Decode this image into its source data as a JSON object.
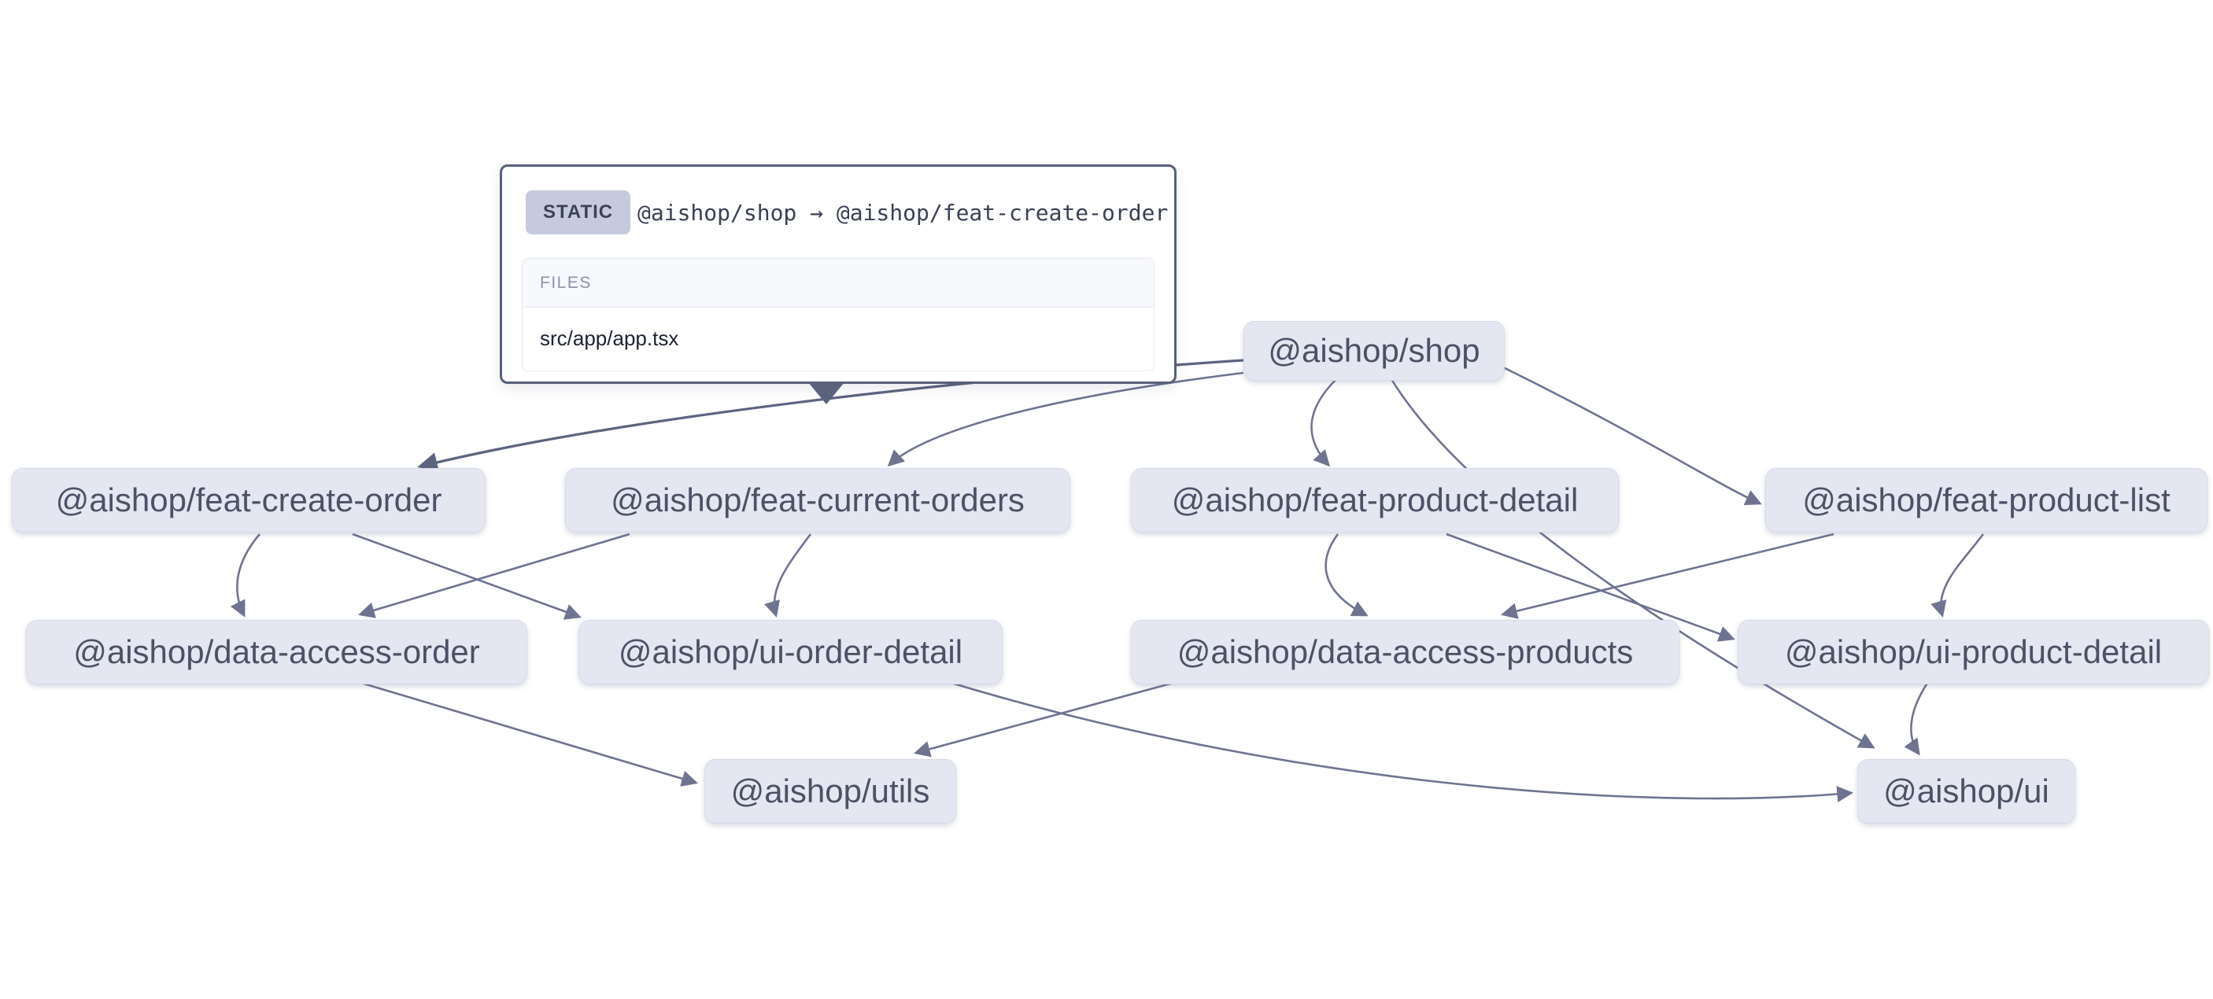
{
  "app": {
    "background": "#ffffff",
    "colors": {
      "node_fill": "#e4e7f1",
      "node_border": "#d8dbe9",
      "node_text": "#4b5266",
      "edge": "#6e7390",
      "edge_selected": "#5c647f",
      "tooltip_border": "#57607a",
      "badge_bg": "#c6cadd",
      "badge_text": "#3c4356",
      "files_header_text": "#8b92a6",
      "file_text": "#1d2230"
    }
  },
  "tooltip": {
    "type_badge": "STATIC",
    "title": "@aishop/shop → @aishop/feat-create-order",
    "files_header": "FILES",
    "files": [
      "src/app/app.tsx"
    ]
  },
  "graph": {
    "nodes": [
      {
        "id": "shop",
        "label": "@aishop/shop"
      },
      {
        "id": "feat-create-order",
        "label": "@aishop/feat-create-order"
      },
      {
        "id": "feat-current-orders",
        "label": "@aishop/feat-current-orders"
      },
      {
        "id": "feat-product-detail",
        "label": "@aishop/feat-product-detail"
      },
      {
        "id": "feat-product-list",
        "label": "@aishop/feat-product-list"
      },
      {
        "id": "data-access-order",
        "label": "@aishop/data-access-order"
      },
      {
        "id": "ui-order-detail",
        "label": "@aishop/ui-order-detail"
      },
      {
        "id": "data-access-products",
        "label": "@aishop/data-access-products"
      },
      {
        "id": "ui-product-detail",
        "label": "@aishop/ui-product-detail"
      },
      {
        "id": "utils",
        "label": "@aishop/utils"
      },
      {
        "id": "ui",
        "label": "@aishop/ui"
      }
    ],
    "edges": [
      {
        "source": "@aishop/shop",
        "target": "@aishop/feat-create-order",
        "type": "static",
        "selected": true
      },
      {
        "source": "@aishop/shop",
        "target": "@aishop/feat-current-orders"
      },
      {
        "source": "@aishop/shop",
        "target": "@aishop/feat-product-detail"
      },
      {
        "source": "@aishop/shop",
        "target": "@aishop/feat-product-list"
      },
      {
        "source": "@aishop/shop",
        "target": "@aishop/ui"
      },
      {
        "source": "@aishop/feat-create-order",
        "target": "@aishop/data-access-order"
      },
      {
        "source": "@aishop/feat-create-order",
        "target": "@aishop/ui-order-detail"
      },
      {
        "source": "@aishop/feat-current-orders",
        "target": "@aishop/data-access-order"
      },
      {
        "source": "@aishop/feat-current-orders",
        "target": "@aishop/ui-order-detail"
      },
      {
        "source": "@aishop/feat-product-detail",
        "target": "@aishop/data-access-products"
      },
      {
        "source": "@aishop/feat-product-detail",
        "target": "@aishop/ui-product-detail"
      },
      {
        "source": "@aishop/feat-product-list",
        "target": "@aishop/data-access-products"
      },
      {
        "source": "@aishop/feat-product-list",
        "target": "@aishop/ui-product-detail"
      },
      {
        "source": "@aishop/data-access-order",
        "target": "@aishop/utils"
      },
      {
        "source": "@aishop/data-access-products",
        "target": "@aishop/utils"
      },
      {
        "source": "@aishop/ui-order-detail",
        "target": "@aishop/ui"
      },
      {
        "source": "@aishop/ui-product-detail",
        "target": "@aishop/ui"
      }
    ]
  }
}
